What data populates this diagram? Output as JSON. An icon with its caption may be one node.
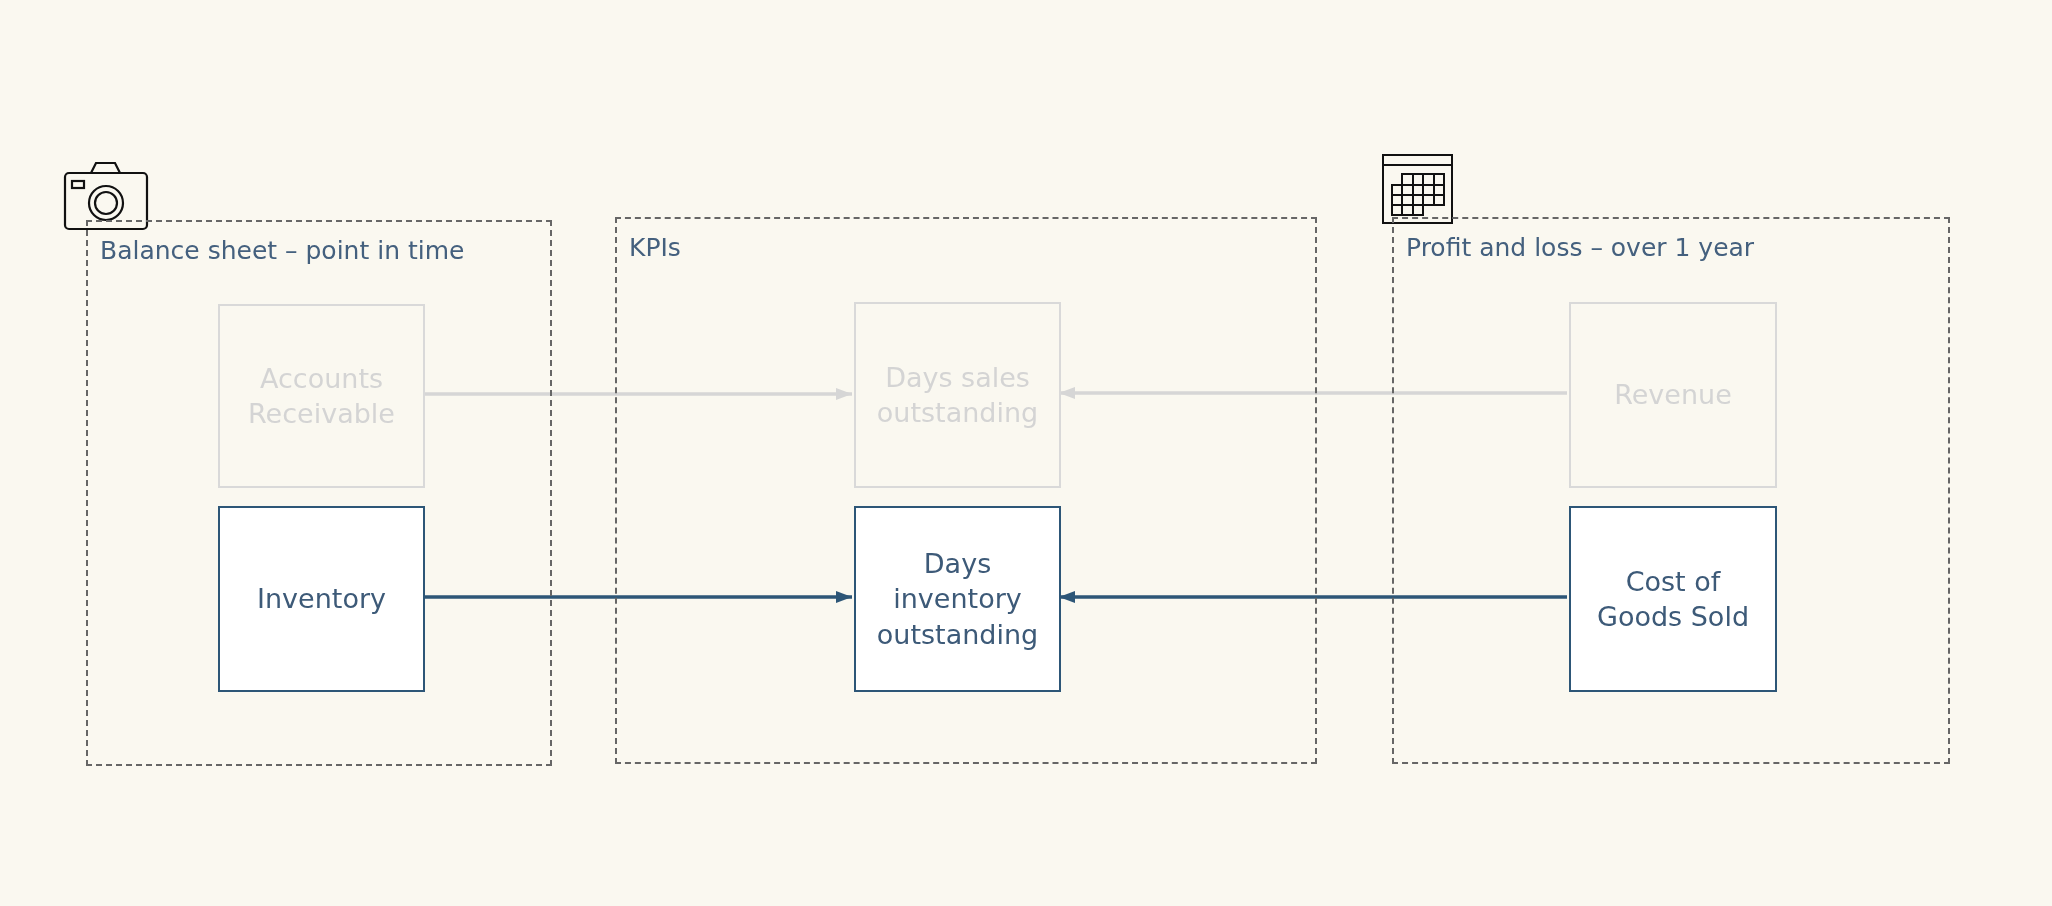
{
  "diagram": {
    "nodes": [
      {
        "text": [
          "Balance sheet – point in time"
        ]
      },
      {
        "text": [
          "Accounts Receivable"
        ],
        "in": 0
      },
      {
        "text": [
          "Inventory"
        ],
        "in": 0
      },
      {
        "text": [
          "KPIs"
        ]
      },
      {
        "text": [
          "Days sales outstanding"
        ],
        "in": 3
      },
      {
        "text": [
          "Days inventory outstanding"
        ],
        "in": 3
      },
      {
        "text": [
          "Profit and loss – over 1 year"
        ]
      },
      {
        "text": [
          "Revenue"
        ],
        "in": 6
      },
      {
        "text": [
          "Cost of Goods Sold"
        ],
        "in": 6
      }
    ],
    "edges": [
      {
        "from": 1,
        "to": 4,
        "arrow": "to",
        "color": "#d6d6d6"
      },
      {
        "from": 7,
        "to": 4,
        "arrow": "to",
        "color": "#d6d6d6"
      },
      {
        "from": 2,
        "to": 5,
        "arrow": "to",
        "color": "#2d5677"
      },
      {
        "from": 8,
        "to": 5,
        "arrow": "to",
        "color": "#2d5677"
      }
    ]
  }
}
